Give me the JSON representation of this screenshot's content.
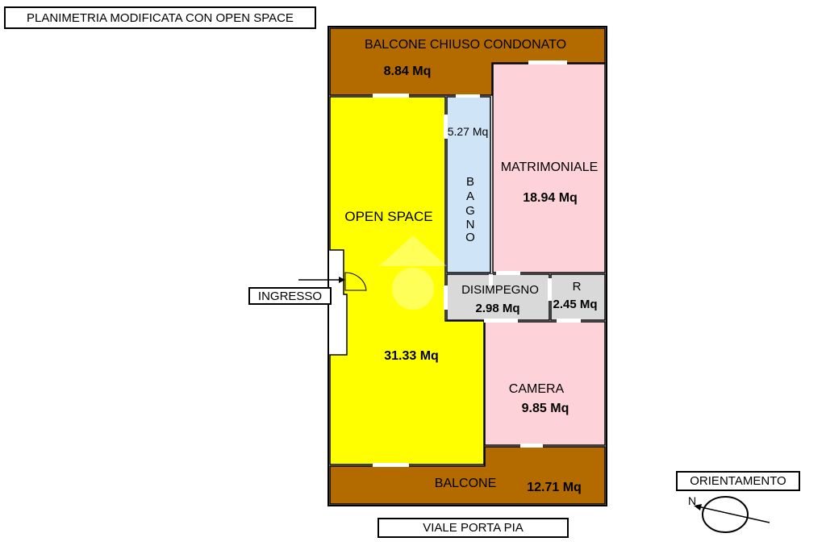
{
  "title": "PLANIMETRIA MODIFICATA CON OPEN SPACE",
  "street": "VIALE PORTA PIA",
  "entrance": "INGRESSO",
  "orientation": {
    "label": "ORIENTAMENTO",
    "north": "N"
  },
  "rooms": {
    "balcone_chiuso": {
      "name": "BALCONE CHIUSO CONDONATO",
      "area": "8.84 Mq",
      "color": "#b36b00"
    },
    "open_space": {
      "name": "OPEN SPACE",
      "area": "31.33 Mq",
      "color": "#ffff00"
    },
    "bagno": {
      "letters": [
        "B",
        "A",
        "G",
        "N",
        "O"
      ],
      "area": "5.27 Mq",
      "color": "#cfe5f7"
    },
    "matrimoniale": {
      "name": "MATRIMONIALE",
      "area": "18.94 Mq",
      "color": "#fdd3d9"
    },
    "disimpegno": {
      "name": "DISIMPEGNO",
      "area": "2.98 Mq",
      "color": "#d9d9d9"
    },
    "ripostiglio": {
      "name": "R",
      "area": "2.45 Mq",
      "color": "#d9d9d9"
    },
    "camera": {
      "name": "CAMERA",
      "area": "9.85 Mq",
      "color": "#fdd3d9"
    },
    "balcone": {
      "name": "BALCONE",
      "area": "12.71 Mq",
      "color": "#b36b00"
    }
  }
}
